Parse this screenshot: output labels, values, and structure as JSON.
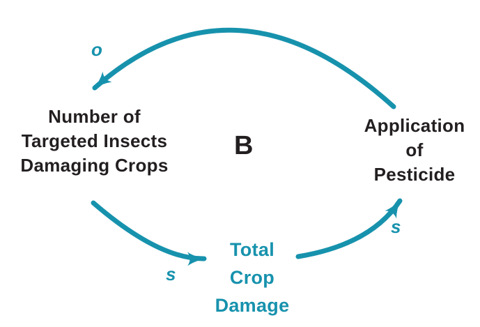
{
  "colors": {
    "accent": "#1792ad",
    "ink": "#231f20",
    "background": "#ffffff"
  },
  "diagram": {
    "type": "causal-loop",
    "loop_label": "B",
    "loop_meaning": "balancing-loop",
    "nodes": [
      {
        "id": "insects",
        "label": "Number of\nTargeted Insects\nDamaging Crops",
        "color": "ink"
      },
      {
        "id": "pesticide",
        "label": "Application\nof\nPesticide",
        "color": "ink"
      },
      {
        "id": "crop-damage",
        "label": "Total\nCrop\nDamage",
        "color": "accent"
      }
    ],
    "links": [
      {
        "from": "pesticide",
        "to": "insects",
        "polarity": "o"
      },
      {
        "from": "insects",
        "to": "crop-damage",
        "polarity": "s"
      },
      {
        "from": "crop-damage",
        "to": "pesticide",
        "polarity": "s"
      }
    ]
  }
}
